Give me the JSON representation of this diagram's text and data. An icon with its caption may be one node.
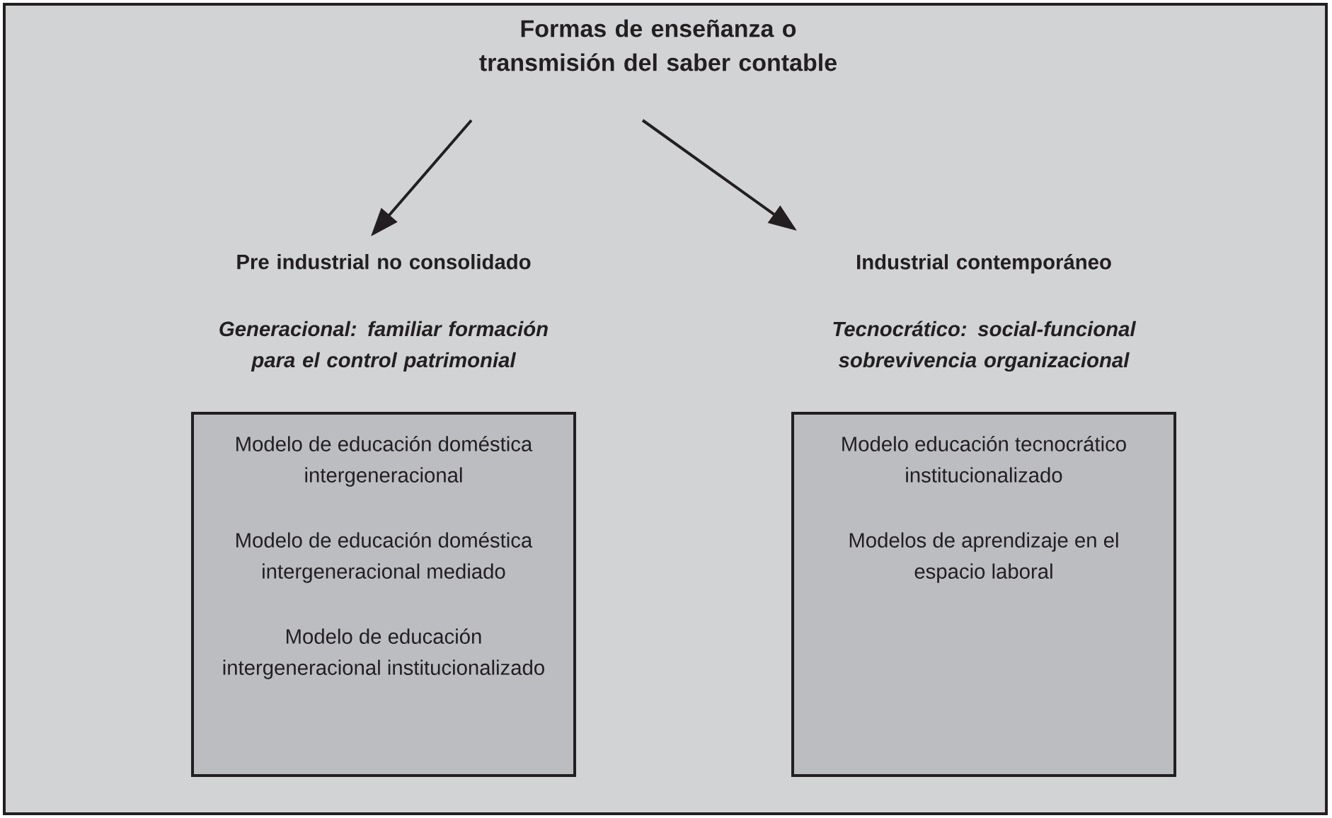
{
  "diagram": {
    "nodes": [
      {
        "text": [
          "Formas de enseñanza o transmisión del saber contable"
        ]
      },
      {
        "text": [
          "Pre industrial no consolidado",
          "Generacional: familiar formación para el control patrimonial"
        ]
      },
      {
        "text": [
          "Modelo de educación doméstica intergeneracional",
          "Modelo de educación doméstica intergeneracional mediado",
          "Modelo de educación intergeneracional institucionalizado"
        ]
      },
      {
        "text": [
          "Industrial contemporáneo",
          "Tecnocrático: social-funcional sobrevivencia organizacional"
        ]
      },
      {
        "text": [
          "Modelo educación tecnocrático institucionalizado",
          "Modelos de aprendizaje en el espacio laboral"
        ]
      }
    ],
    "edges": [
      {
        "from": 0,
        "to": 1,
        "arrow": "to"
      },
      {
        "from": 0,
        "to": 3,
        "arrow": "to"
      }
    ]
  }
}
